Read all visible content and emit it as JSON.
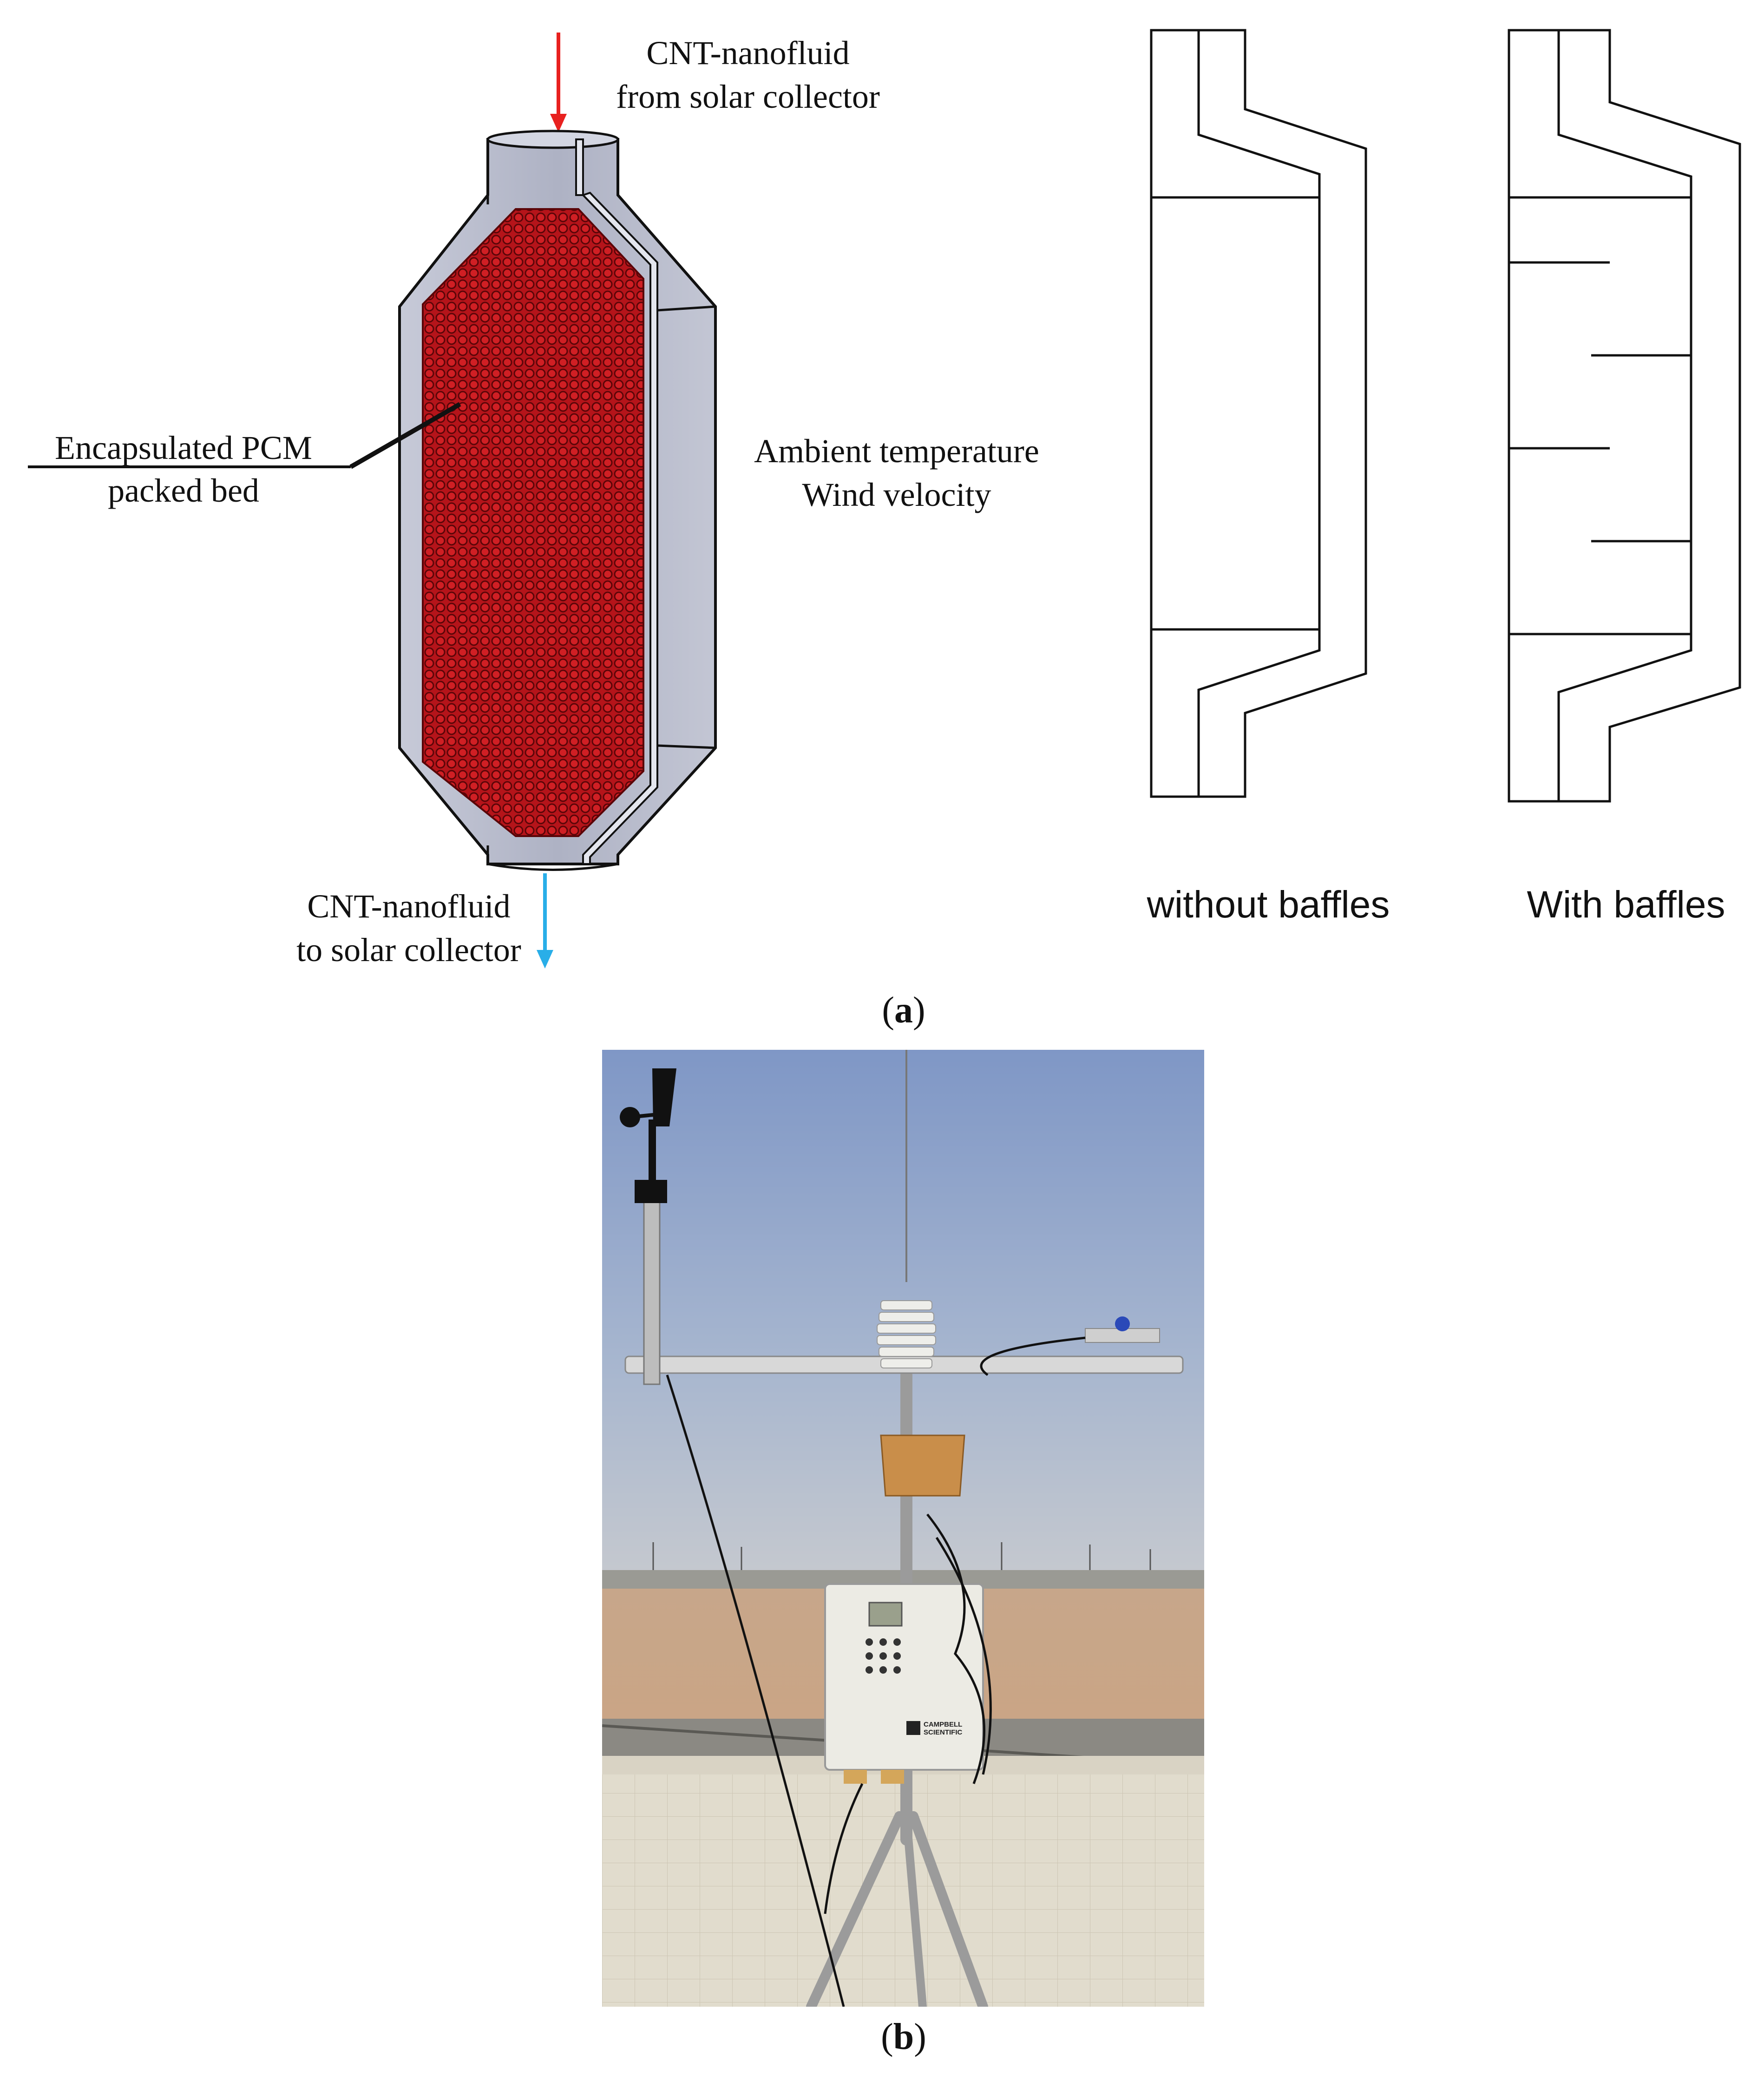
{
  "panel_a": {
    "label_letter": "a",
    "inlet_label_line1": "CNT-nanofluid",
    "inlet_label_line2": "from solar collector",
    "outlet_label_line1": "CNT-nanofluid",
    "outlet_label_line2": "to solar collector",
    "pcm_label_line1": "Encapsulated PCM",
    "pcm_label_line2": "packed bed",
    "ambient_label_line1": "Ambient temperature",
    "ambient_label_line2": "Wind velocity",
    "caption_without": "without baffles",
    "caption_with": "With baffles"
  },
  "panel_b": {
    "label_letter": "b",
    "logger_brand_line1": "CAMPBELL",
    "logger_brand_line2": "SCIENTIFIC"
  },
  "colors": {
    "inlet_arrow": "#e8211f",
    "outlet_arrow": "#29aee8",
    "pcm_red": "#b5141a",
    "shell_gray": "#b9bdcc",
    "sky": "#8da2c9",
    "sand": "#c9a98a"
  }
}
